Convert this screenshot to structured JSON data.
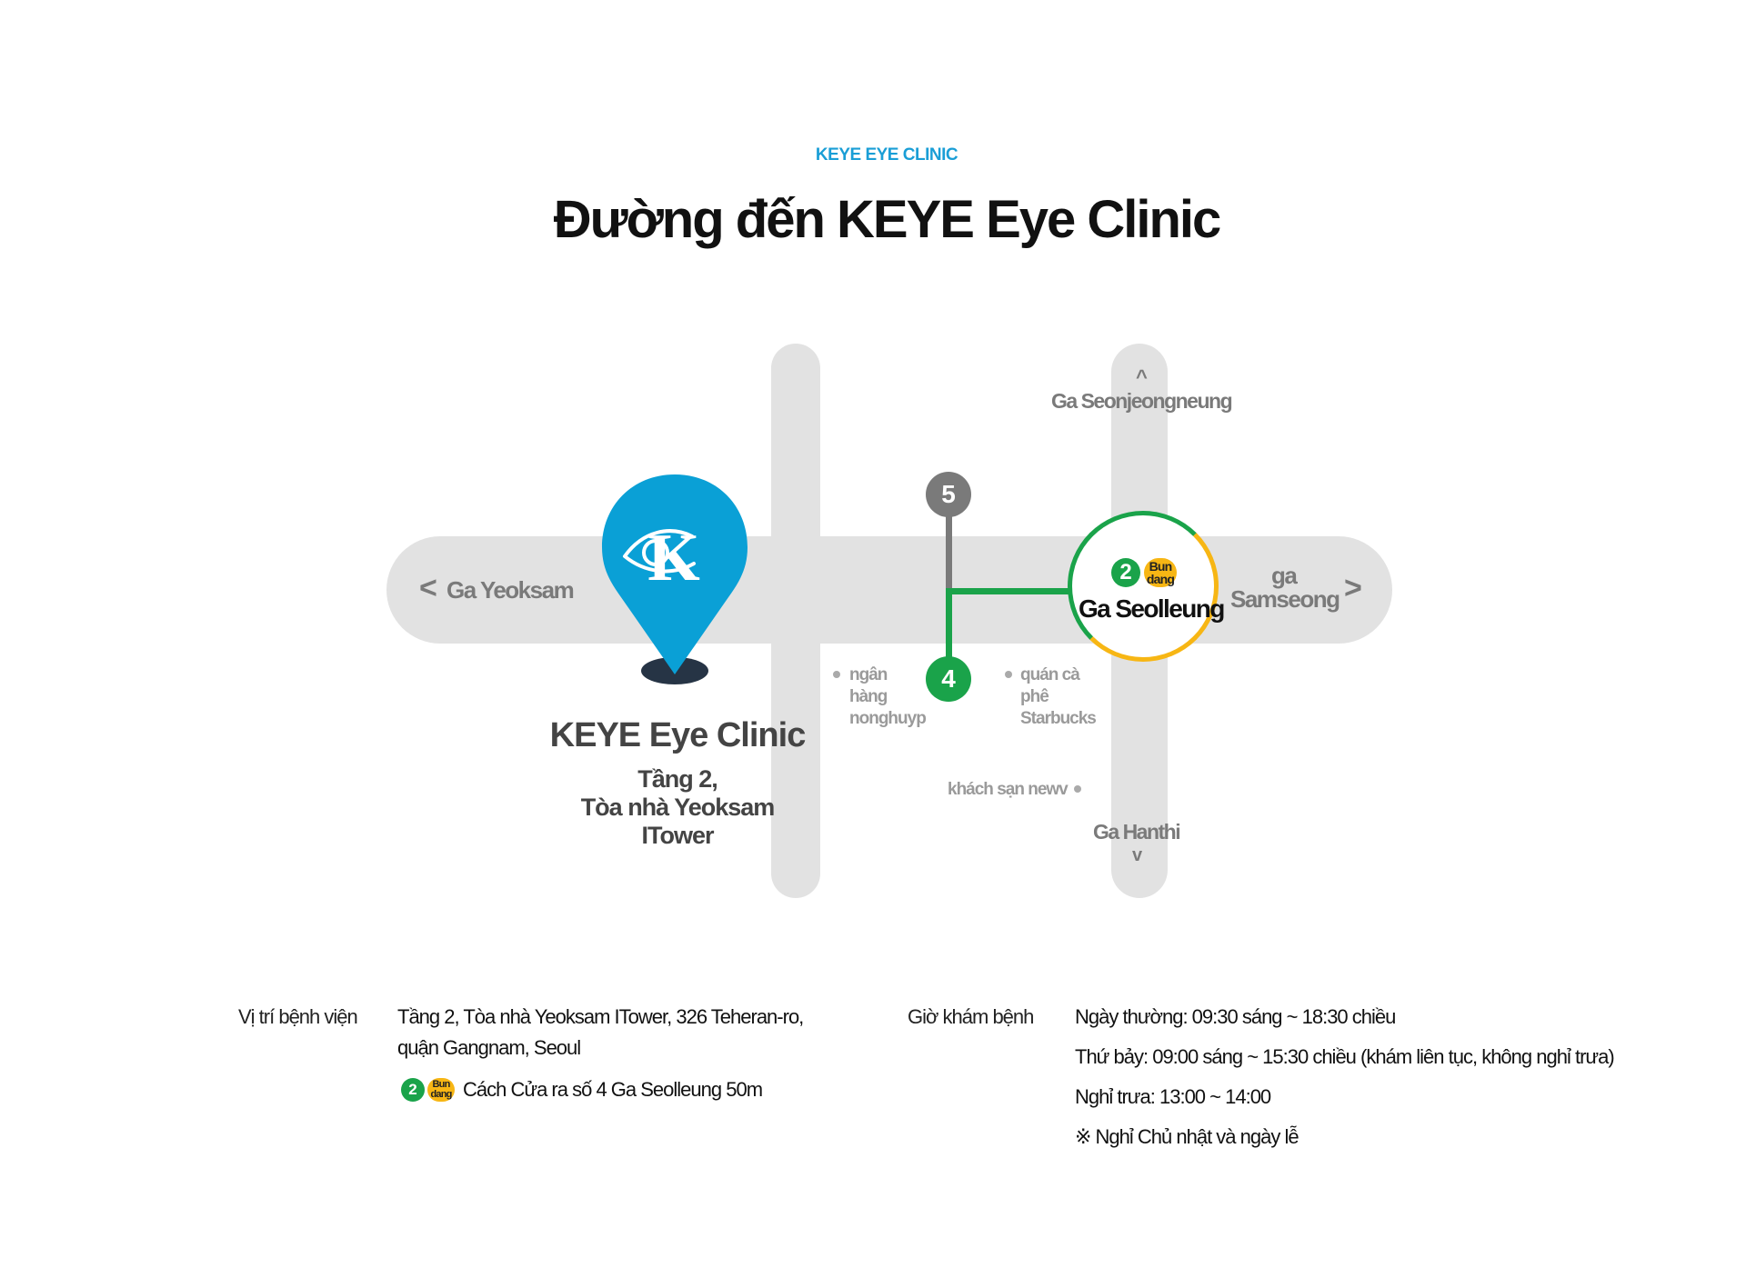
{
  "header": {
    "eyebrow": "KEYE EYE CLINIC",
    "title": "Đường đến KEYE Eye Clinic"
  },
  "map": {
    "roads": {
      "left_destination": "Ga Yeoksam",
      "right_destination_line1": "ga",
      "right_destination_line2": "Samseong",
      "top_destination": "Ga Seonjeongneung",
      "bottom_destination": "Ga Hanthi",
      "left_arrow": "<",
      "right_arrow": ">",
      "up_arrow": "^",
      "down_arrow": "v"
    },
    "clinic": {
      "name": "KEYE Eye Clinic",
      "address_lines": [
        "Tầng 2,",
        "Tòa nhà Yeoksam",
        "ITower"
      ]
    },
    "station": {
      "line_number": "2",
      "line_badge_line1": "Bun",
      "line_badge_line2": "dang",
      "name": "Ga Seolleung"
    },
    "exits": [
      {
        "number": "5",
        "color": "#7a7a7a"
      },
      {
        "number": "4",
        "color": "#1aa34a"
      }
    ],
    "landmarks": {
      "bank": [
        "ngân",
        "hàng",
        "nonghuyp"
      ],
      "cafe": [
        "quán cà",
        "phê",
        "Starbucks"
      ],
      "hotel": "khách sạn newv"
    },
    "colors": {
      "accent": "#1a9ed6",
      "line2_green": "#1aa34a",
      "bundang_yellow": "#f7b614",
      "road_gray": "#e2e2e2",
      "pin_blue": "#0aa0d6"
    }
  },
  "info": {
    "location_label": "Vị trí bệnh viện",
    "location_lines": [
      "Tầng 2, Tòa nhà Yeoksam ITower, 326 Teheran-ro,",
      "quận Gangnam, Seoul"
    ],
    "subway_note": "Cách Cửa ra số 4 Ga Seolleung 50m",
    "subway_line_number": "2",
    "subway_badge_line1": "Bun",
    "subway_badge_line2": "dang",
    "hours_label": "Giờ khám bệnh",
    "hours": [
      "Ngày thường: 09:30 sáng ~ 18:30 chiều",
      "Thứ bảy: 09:00 sáng ~ 15:30 chiều (khám liên tục, không nghỉ trưa)",
      "Nghỉ trưa: 13:00 ~ 14:00",
      "※ Nghỉ Chủ nhật và ngày lễ"
    ]
  }
}
